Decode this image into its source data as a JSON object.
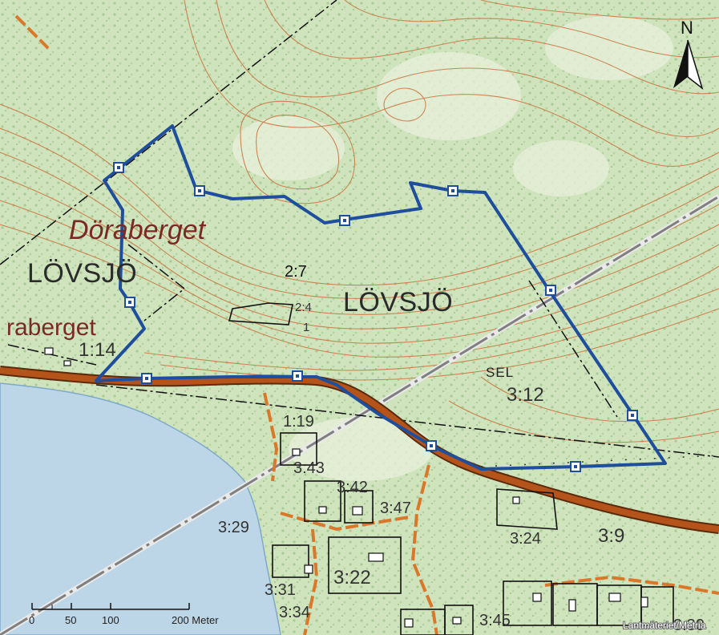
{
  "north_label": "N",
  "labels": {
    "hill_name": "Döraberget",
    "hill_name_partial": "raberget",
    "lovsjo_left": "LÖVSJÖ",
    "lovsjo_center": "LÖVSJÖ",
    "sel": "SEL"
  },
  "parcels": {
    "p_2_7": "2:7",
    "p_2_4": "2:4",
    "p_1": "1",
    "p_1_14": "1:14",
    "p_3_12": "3:12",
    "p_1_19": "1:19",
    "p_3_43": "3:43",
    "p_3_42": "3:42",
    "p_3_47": "3:47",
    "p_3_29": "3:29",
    "p_3_24": "3:24",
    "p_3_9": "3:9",
    "p_3_22": "3:22",
    "p_3_31": "3:31",
    "p_3_34": "3:34",
    "p_3_45": "3:45",
    "p_3_30": "3:30"
  },
  "scale_bar": {
    "ticks": [
      "0",
      "50",
      "100",
      "200 Meter"
    ]
  },
  "credit": "Lantmäteriet/Metria",
  "colors": {
    "terrain": "#cfe3bd",
    "forest_dots": "#9cc28a",
    "water": "#bcd6e8",
    "contour": "#c8743c",
    "route": "#1f4e9c",
    "main_road": "#a84f16",
    "minor_road": "#d9782a",
    "power_line": "#8a8a8a"
  }
}
